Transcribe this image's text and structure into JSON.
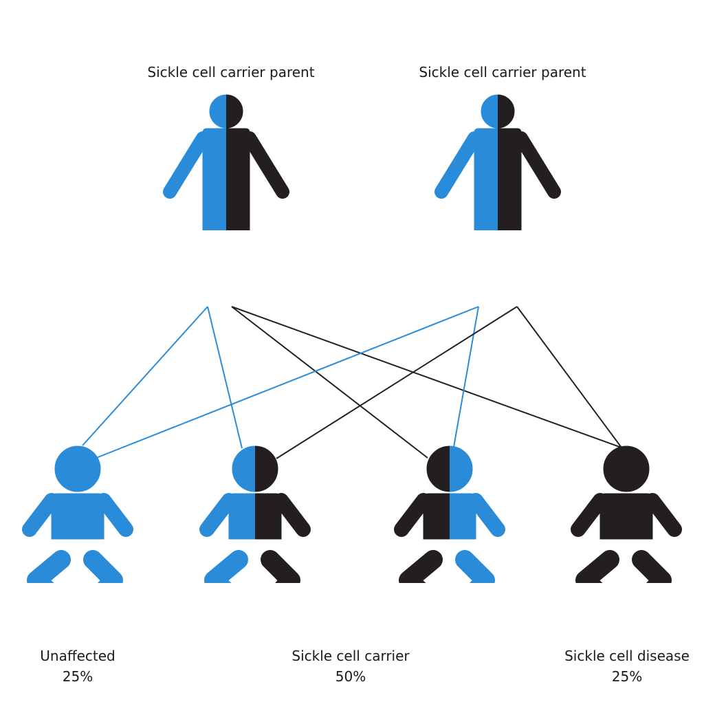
{
  "colors": {
    "blue": "#2a8cd9",
    "black": "#231f20",
    "background": "#ffffff"
  },
  "parents": [
    {
      "label": "Sickle cell carrier parent",
      "left_color": "blue",
      "right_color": "black"
    },
    {
      "label": "Sickle cell carrier parent",
      "left_color": "blue",
      "right_color": "black"
    }
  ],
  "children": [
    {
      "left_color": "blue",
      "right_color": "blue"
    },
    {
      "left_color": "blue",
      "right_color": "black"
    },
    {
      "left_color": "black",
      "right_color": "blue"
    },
    {
      "left_color": "black",
      "right_color": "black"
    }
  ],
  "outcomes": [
    {
      "label": "Unaffected",
      "percent": "25%"
    },
    {
      "label": "Sickle cell carrier",
      "percent": "50%"
    },
    {
      "label": "Sickle cell disease",
      "percent": "25%"
    }
  ],
  "inheritance_lines": [
    {
      "from_parent": 0,
      "allele": "blue",
      "to_child": 0
    },
    {
      "from_parent": 0,
      "allele": "blue",
      "to_child": 1
    },
    {
      "from_parent": 0,
      "allele": "black",
      "to_child": 2
    },
    {
      "from_parent": 0,
      "allele": "black",
      "to_child": 3
    },
    {
      "from_parent": 1,
      "allele": "blue",
      "to_child": 0
    },
    {
      "from_parent": 1,
      "allele": "blue",
      "to_child": 2
    },
    {
      "from_parent": 1,
      "allele": "black",
      "to_child": 1
    },
    {
      "from_parent": 1,
      "allele": "black",
      "to_child": 3
    }
  ]
}
